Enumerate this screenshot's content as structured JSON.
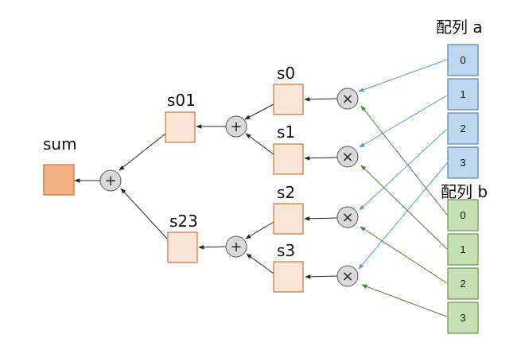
{
  "diagram": {
    "array_a": {
      "title": "配列 a",
      "cells": [
        "0",
        "1",
        "2",
        "3"
      ],
      "fill": "#bdd7ee",
      "stroke": "#41719c",
      "arrow_color": "#5b9bd5"
    },
    "array_b": {
      "title": "配列 b",
      "cells": [
        "0",
        "1",
        "2",
        "3"
      ],
      "fill": "#c5e0b4",
      "stroke": "#548235",
      "arrow_color": "#548235"
    },
    "multiply_symbol": "×",
    "add_symbol": "+",
    "partial_sums": {
      "s0": "s0",
      "s1": "s1",
      "s2": "s2",
      "s3": "s3",
      "s01": "s01",
      "s23": "s23"
    },
    "result": {
      "label": "sum",
      "fill": "#f4b183",
      "stroke": "#c55a11"
    },
    "node_fill": "#fbe5d6",
    "node_stroke": "#c55a11",
    "operator_fill": "#d9d9d9",
    "operator_stroke": "#595959",
    "arrow_dark": "#262626"
  }
}
